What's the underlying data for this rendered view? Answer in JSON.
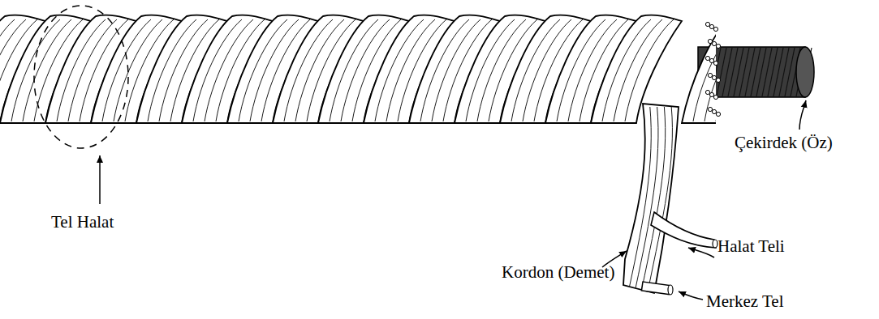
{
  "diagram": {
    "labels": [
      "Tel Halat",
      "Çekirdek (Öz)",
      "Halat Teli",
      "Kordon (Demet)",
      "Merkez Tel"
    ]
  }
}
